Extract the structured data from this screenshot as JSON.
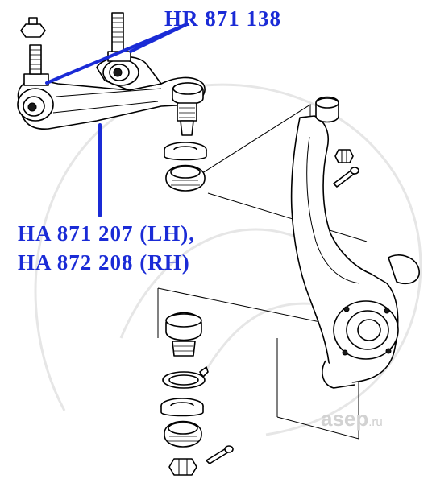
{
  "labels": {
    "upper_bushing": "HR 871 138",
    "arm_lh": "HA 871 207 (LH),",
    "arm_rh": "HA 872 208 (RH)"
  },
  "watermark": {
    "brand": "asep",
    "suffix": ".ru"
  },
  "colors": {
    "label_blue": "#1a2bd6",
    "line": "#000000",
    "watermark_grey": "#d2d2d2"
  }
}
